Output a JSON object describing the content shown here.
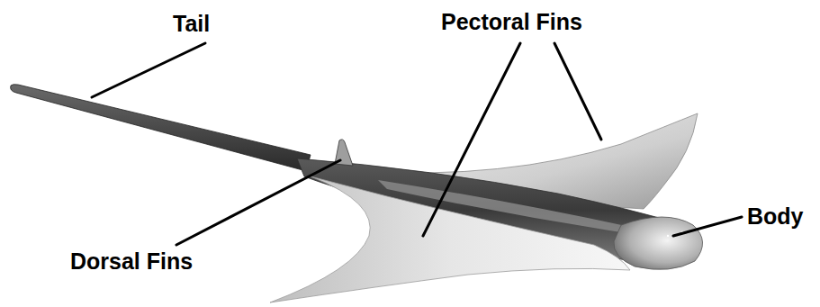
{
  "diagram": {
    "labels": [
      "Tail",
      "Pectoral Fins",
      "Dorsal Fins",
      "Body"
    ]
  }
}
